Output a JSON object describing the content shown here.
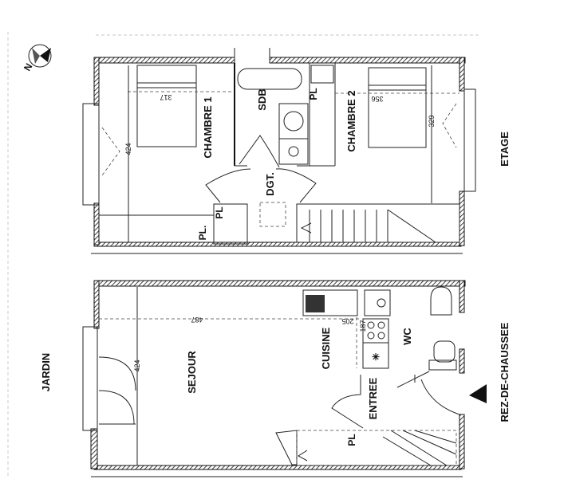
{
  "compass": {
    "north_label": "N"
  },
  "side_labels": {
    "garden": "JARDIN",
    "ground_floor": "REZ-DE-CHAUSSEE",
    "upper_floor": "ETAGE"
  },
  "upper_floor": {
    "rooms": {
      "bedroom1": "CHAMBRE 1",
      "bathroom": "SDB",
      "bedroom2": "CHAMBRE 2",
      "hallway": "DGT.",
      "closet_bath": "PL",
      "closet_hall": "PL",
      "closet_small": "PL."
    },
    "dimensions": {
      "bedroom1_width": "317",
      "bedroom2_width": "356",
      "bedroom1_depth": "424",
      "bedroom2_depth": "329"
    }
  },
  "ground_floor": {
    "rooms": {
      "living": "SEJOUR",
      "kitchen": "CUISINE",
      "wc": "WC",
      "entrance": "ENTREE",
      "closet": "PL"
    },
    "dimensions": {
      "living_width": "487",
      "kitchen_width": "205",
      "kitchen_depth": "187",
      "living_depth": "424"
    }
  }
}
